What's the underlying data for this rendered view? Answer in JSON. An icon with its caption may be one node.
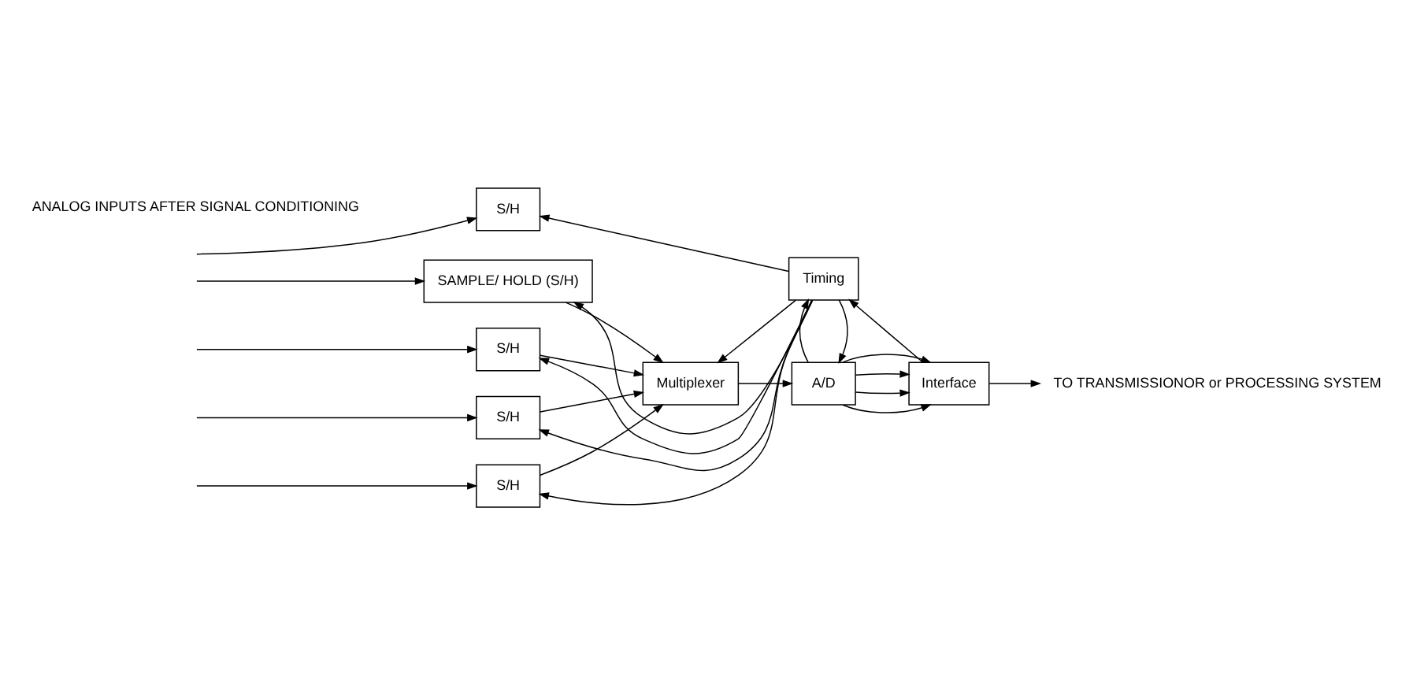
{
  "diagram": {
    "nodes": [
      {
        "text": [
          "SAMPLE/ HOLD (S/H)"
        ]
      },
      {
        "text": [
          "S/H"
        ]
      },
      {
        "text": [
          "S/H"
        ]
      },
      {
        "text": [
          "S/H"
        ]
      },
      {
        "text": [
          "S/H"
        ]
      },
      {
        "text": [
          "Multiplexer"
        ]
      },
      {
        "text": [
          "A/D"
        ]
      },
      {
        "text": [
          "Interface"
        ]
      },
      {
        "text": [
          "Timing"
        ]
      },
      {
        "text": [
          "TO TRANSMISSIONOR or PROCESSING SYSTEM"
        ]
      }
    ],
    "edges": [
      {
        "from": null,
        "to": 0,
        "arrow": "to"
      },
      {
        "from": null,
        "to": 1,
        "arrow": "to"
      },
      {
        "from": null,
        "to": 2,
        "arrow": "to"
      },
      {
        "from": null,
        "to": 3,
        "arrow": "to"
      },
      {
        "from": null,
        "to": 4,
        "arrow": "to"
      },
      {
        "from": 0,
        "to": 5,
        "arrow": "to"
      },
      {
        "from": 1,
        "to": 5,
        "arrow": "to"
      },
      {
        "from": 3,
        "to": 5,
        "arrow": "to"
      },
      {
        "from": 4,
        "to": 5,
        "arrow": "to"
      },
      {
        "from": 5,
        "to": 6,
        "arrow": "to"
      },
      {
        "from": 6,
        "to": 7,
        "arrow": "to"
      },
      {
        "from": 6,
        "to": 7,
        "arrow": "to"
      },
      {
        "from": 6,
        "to": 7,
        "arrow": "to"
      },
      {
        "from": 6,
        "to": 7,
        "arrow": "to"
      },
      {
        "from": 7,
        "to": 9,
        "arrow": "to"
      },
      {
        "from": 8,
        "to": 0,
        "arrow": "to"
      },
      {
        "from": 8,
        "to": 1,
        "arrow": "to"
      },
      {
        "from": 8,
        "to": 2,
        "arrow": "to"
      },
      {
        "from": 8,
        "to": 3,
        "arrow": "to"
      },
      {
        "from": 8,
        "to": 4,
        "arrow": "to"
      },
      {
        "from": 8,
        "to": 5,
        "arrow": "to"
      },
      {
        "from": 8,
        "to": 6,
        "arrow": "to"
      },
      {
        "from": 6,
        "to": 8,
        "arrow": "to"
      },
      {
        "from": 7,
        "to": 8,
        "arrow": "to"
      }
    ],
    "labels": [
      "ANALOG INPUTS AFTER SIGNAL CONDITIONING"
    ]
  }
}
